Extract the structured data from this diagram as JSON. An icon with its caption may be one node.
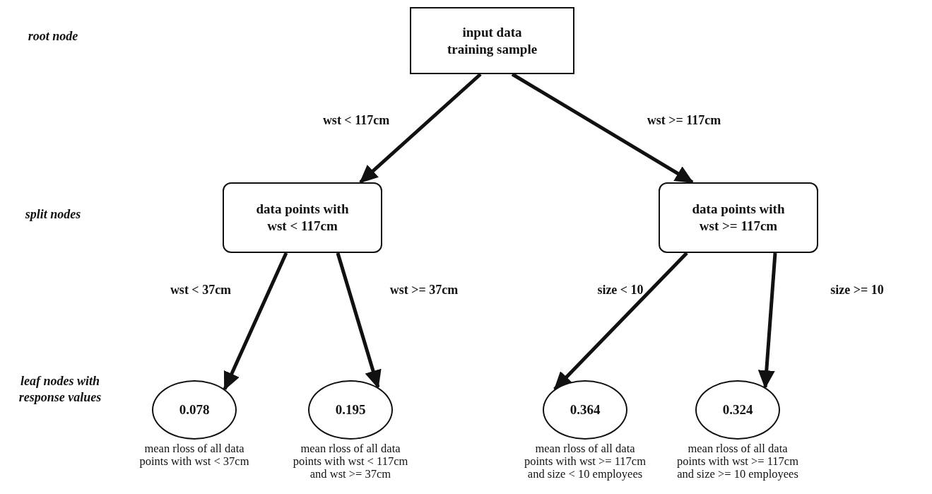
{
  "diagram": {
    "nodes": [
      {
        "text": [
          "input data training sample"
        ]
      },
      {
        "text": [
          "data points with wst < 117cm"
        ]
      },
      {
        "text": [
          "data points with wst >= 117cm"
        ]
      },
      {
        "text": [
          "0.078"
        ],
        "beside": [
          "mean rloss of all data points with wst < 37cm"
        ]
      },
      {
        "text": [
          "0.195"
        ],
        "beside": [
          "mean rloss of all data points with wst < 117cm and wst >= 37cm"
        ]
      },
      {
        "text": [
          "0.364"
        ],
        "beside": [
          "mean rloss of all data points with wst >= 117cm and size < 10 employees"
        ]
      },
      {
        "text": [
          "0.324"
        ],
        "beside": [
          "mean rloss of all data points with wst >= 117cm and size >= 10 employees"
        ]
      }
    ],
    "edges": [
      {
        "from": 0,
        "to": 1,
        "arrow": "to",
        "label": "wst < 117cm"
      },
      {
        "from": 0,
        "to": 2,
        "arrow": "to",
        "label": "wst >= 117cm"
      },
      {
        "from": 1,
        "to": 3,
        "arrow": "to",
        "label": "wst < 37cm"
      },
      {
        "from": 1,
        "to": 4,
        "arrow": "to",
        "label": "wst >= 37cm"
      },
      {
        "from": 2,
        "to": 5,
        "arrow": "to",
        "label": "size < 10"
      },
      {
        "from": 2,
        "to": 6,
        "arrow": "to",
        "label": "size >= 10"
      }
    ],
    "labels": [
      "root node",
      "split nodes",
      "leaf nodes with response values"
    ]
  }
}
